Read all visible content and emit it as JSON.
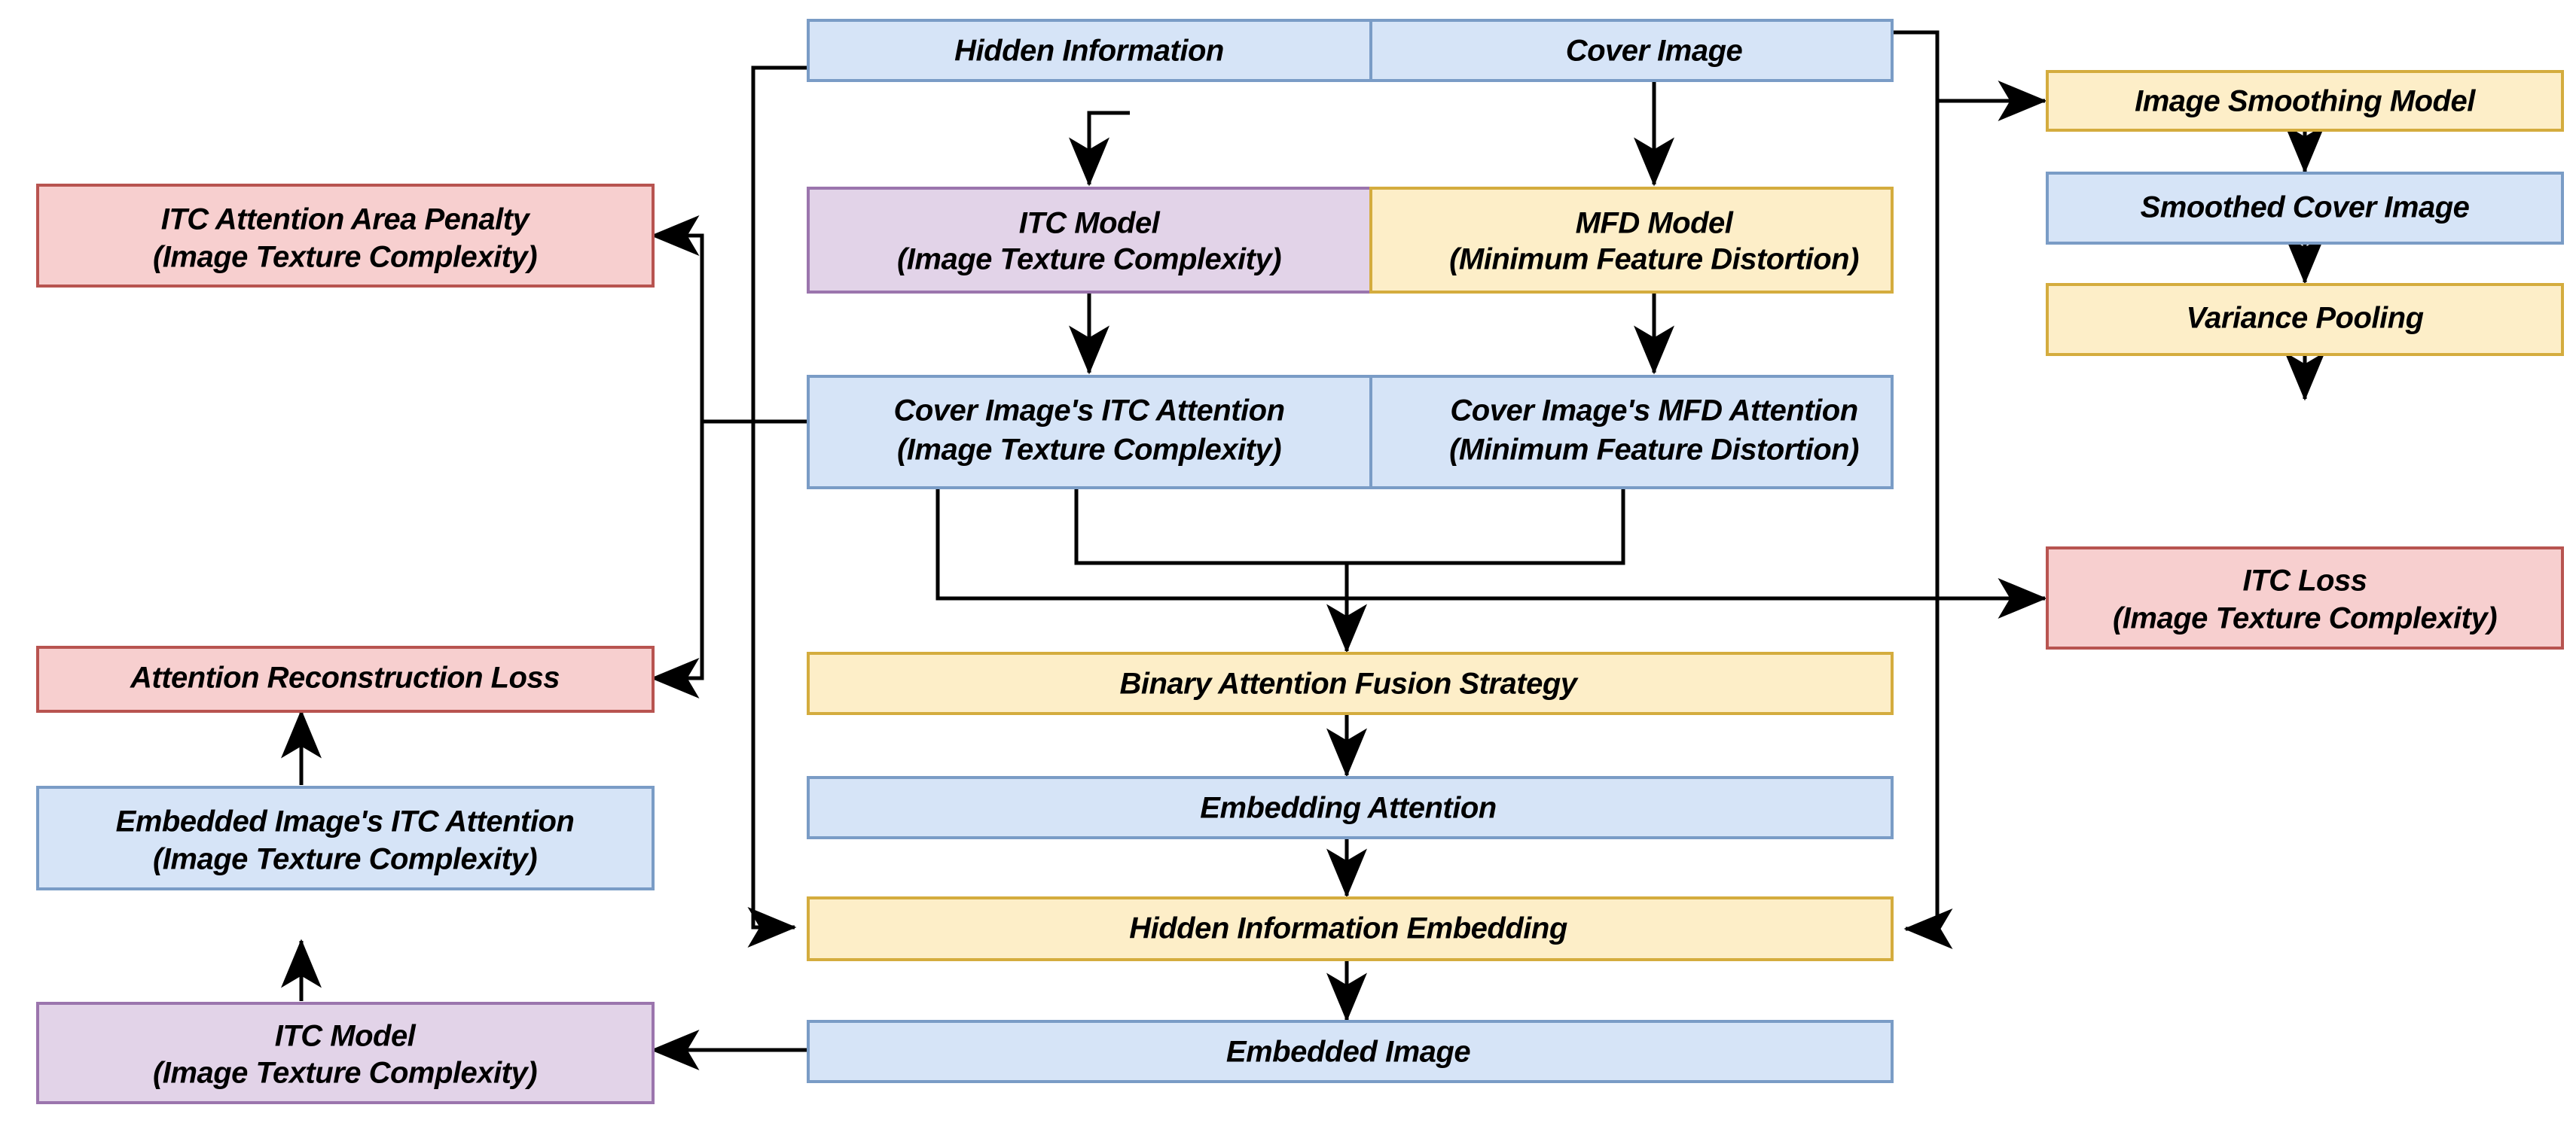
{
  "diagram": {
    "title": "Steganography framework with ITC and MFD attention",
    "palette": {
      "blue_fill": "#d6e4f7",
      "blue_stroke": "#7a9cc6",
      "yellow_fill": "#fdeec8",
      "yellow_stroke": "#d4ac3e",
      "purple_fill": "#e2d3e8",
      "purple_stroke": "#9b75ad",
      "red_fill": "#f7cfcf",
      "red_stroke": "#b85450",
      "edge_color": "#000000",
      "background": "#ffffff"
    },
    "nodes": [
      {
        "id": "hidden-information",
        "label": "Hidden Information",
        "label2": "",
        "color": "blue"
      },
      {
        "id": "cover-image",
        "label": "Cover Image",
        "label2": "",
        "color": "blue"
      },
      {
        "id": "itc-model-top",
        "label": "ITC Model",
        "label2": "(Image Texture Complexity)",
        "color": "purple"
      },
      {
        "id": "mfd-model",
        "label": "MFD Model",
        "label2": "(Minimum Feature Distortion)",
        "color": "yellow"
      },
      {
        "id": "cover-itc-attention",
        "label": "Cover Image's ITC Attention",
        "label2": "(Image Texture Complexity)",
        "color": "blue"
      },
      {
        "id": "cover-mfd-attention",
        "label": "Cover Image's MFD Attention",
        "label2": "(Minimum Feature Distortion)",
        "color": "blue"
      },
      {
        "id": "binary-attention-fusion",
        "label": "Binary Attention Fusion Strategy",
        "label2": "",
        "color": "yellow"
      },
      {
        "id": "embedding-attention",
        "label": "Embedding Attention",
        "label2": "",
        "color": "blue"
      },
      {
        "id": "hidden-information-embedding",
        "label": "Hidden Information Embedding",
        "label2": "",
        "color": "yellow"
      },
      {
        "id": "embedded-image",
        "label": "Embedded Image",
        "label2": "",
        "color": "blue"
      },
      {
        "id": "itc-attention-area-penalty",
        "label": "ITC Attention Area Penalty",
        "label2": "(Image Texture Complexity)",
        "color": "red"
      },
      {
        "id": "attention-reconstruction-loss",
        "label": "Attention Reconstruction Loss",
        "label2": "",
        "color": "red"
      },
      {
        "id": "embedded-itc-attention",
        "label": "Embedded Image's ITC Attention",
        "label2": "(Image Texture Complexity)",
        "color": "blue"
      },
      {
        "id": "itc-model-bottom",
        "label": "ITC Model",
        "label2": "(Image Texture Complexity)",
        "color": "purple"
      },
      {
        "id": "image-smoothing-model",
        "label": "Image Smoothing Model",
        "label2": "",
        "color": "yellow"
      },
      {
        "id": "smoothed-cover-image",
        "label": "Smoothed Cover Image",
        "label2": "",
        "color": "blue"
      },
      {
        "id": "variance-pooling",
        "label": "Variance Pooling",
        "label2": "",
        "color": "yellow"
      },
      {
        "id": "itc-loss",
        "label": "ITC Loss",
        "label2": "(Image Texture Complexity)",
        "color": "red"
      }
    ],
    "edges": [
      {
        "id": "hidden-information-to-itc-model",
        "from": "hidden-information",
        "to": "itc-model-top"
      },
      {
        "id": "cover-image-to-mfd-model",
        "from": "cover-image",
        "to": "mfd-model"
      },
      {
        "id": "itc-model-to-cover-itc-attention",
        "from": "itc-model-top",
        "to": "cover-itc-attention"
      },
      {
        "id": "mfd-model-to-cover-mfd-attention",
        "from": "mfd-model",
        "to": "cover-mfd-attention"
      },
      {
        "id": "attentions-to-binary-fusion",
        "from": "cover-itc-attention",
        "to": "binary-attention-fusion"
      },
      {
        "id": "binary-fusion-to-embedding-attention",
        "from": "binary-attention-fusion",
        "to": "embedding-attention"
      },
      {
        "id": "embedding-attention-to-hidden-embedding",
        "from": "embedding-attention",
        "to": "hidden-information-embedding"
      },
      {
        "id": "hidden-embedding-to-embedded-image",
        "from": "hidden-information-embedding",
        "to": "embedded-image"
      },
      {
        "id": "hidden-information-to-hidden-embedding",
        "from": "hidden-information",
        "to": "hidden-information-embedding"
      },
      {
        "id": "cover-image-to-image-smoothing-model",
        "from": "cover-image",
        "to": "image-smoothing-model"
      },
      {
        "id": "cover-image-to-hidden-embedding",
        "from": "cover-image",
        "to": "hidden-information-embedding"
      },
      {
        "id": "cover-itc-attention-to-area-penalty",
        "from": "cover-itc-attention",
        "to": "itc-attention-area-penalty"
      },
      {
        "id": "cover-itc-attention-to-reconstruction-loss",
        "from": "cover-itc-attention",
        "to": "attention-reconstruction-loss"
      },
      {
        "id": "cover-itc-attention-to-itc-loss",
        "from": "cover-itc-attention",
        "to": "itc-loss"
      },
      {
        "id": "embedded-image-to-itc-model-bottom",
        "from": "embedded-image",
        "to": "itc-model-bottom"
      },
      {
        "id": "itc-model-bottom-to-embedded-itc-attention",
        "from": "itc-model-bottom",
        "to": "embedded-itc-attention"
      },
      {
        "id": "embedded-itc-attention-to-reconstruction-loss",
        "from": "embedded-itc-attention",
        "to": "attention-reconstruction-loss"
      },
      {
        "id": "image-smoothing-to-smoothed-cover",
        "from": "image-smoothing-model",
        "to": "smoothed-cover-image"
      },
      {
        "id": "smoothed-cover-to-variance-pooling",
        "from": "smoothed-cover-image",
        "to": "variance-pooling"
      },
      {
        "id": "variance-pooling-to-itc-loss",
        "from": "variance-pooling",
        "to": "itc-loss"
      }
    ]
  }
}
